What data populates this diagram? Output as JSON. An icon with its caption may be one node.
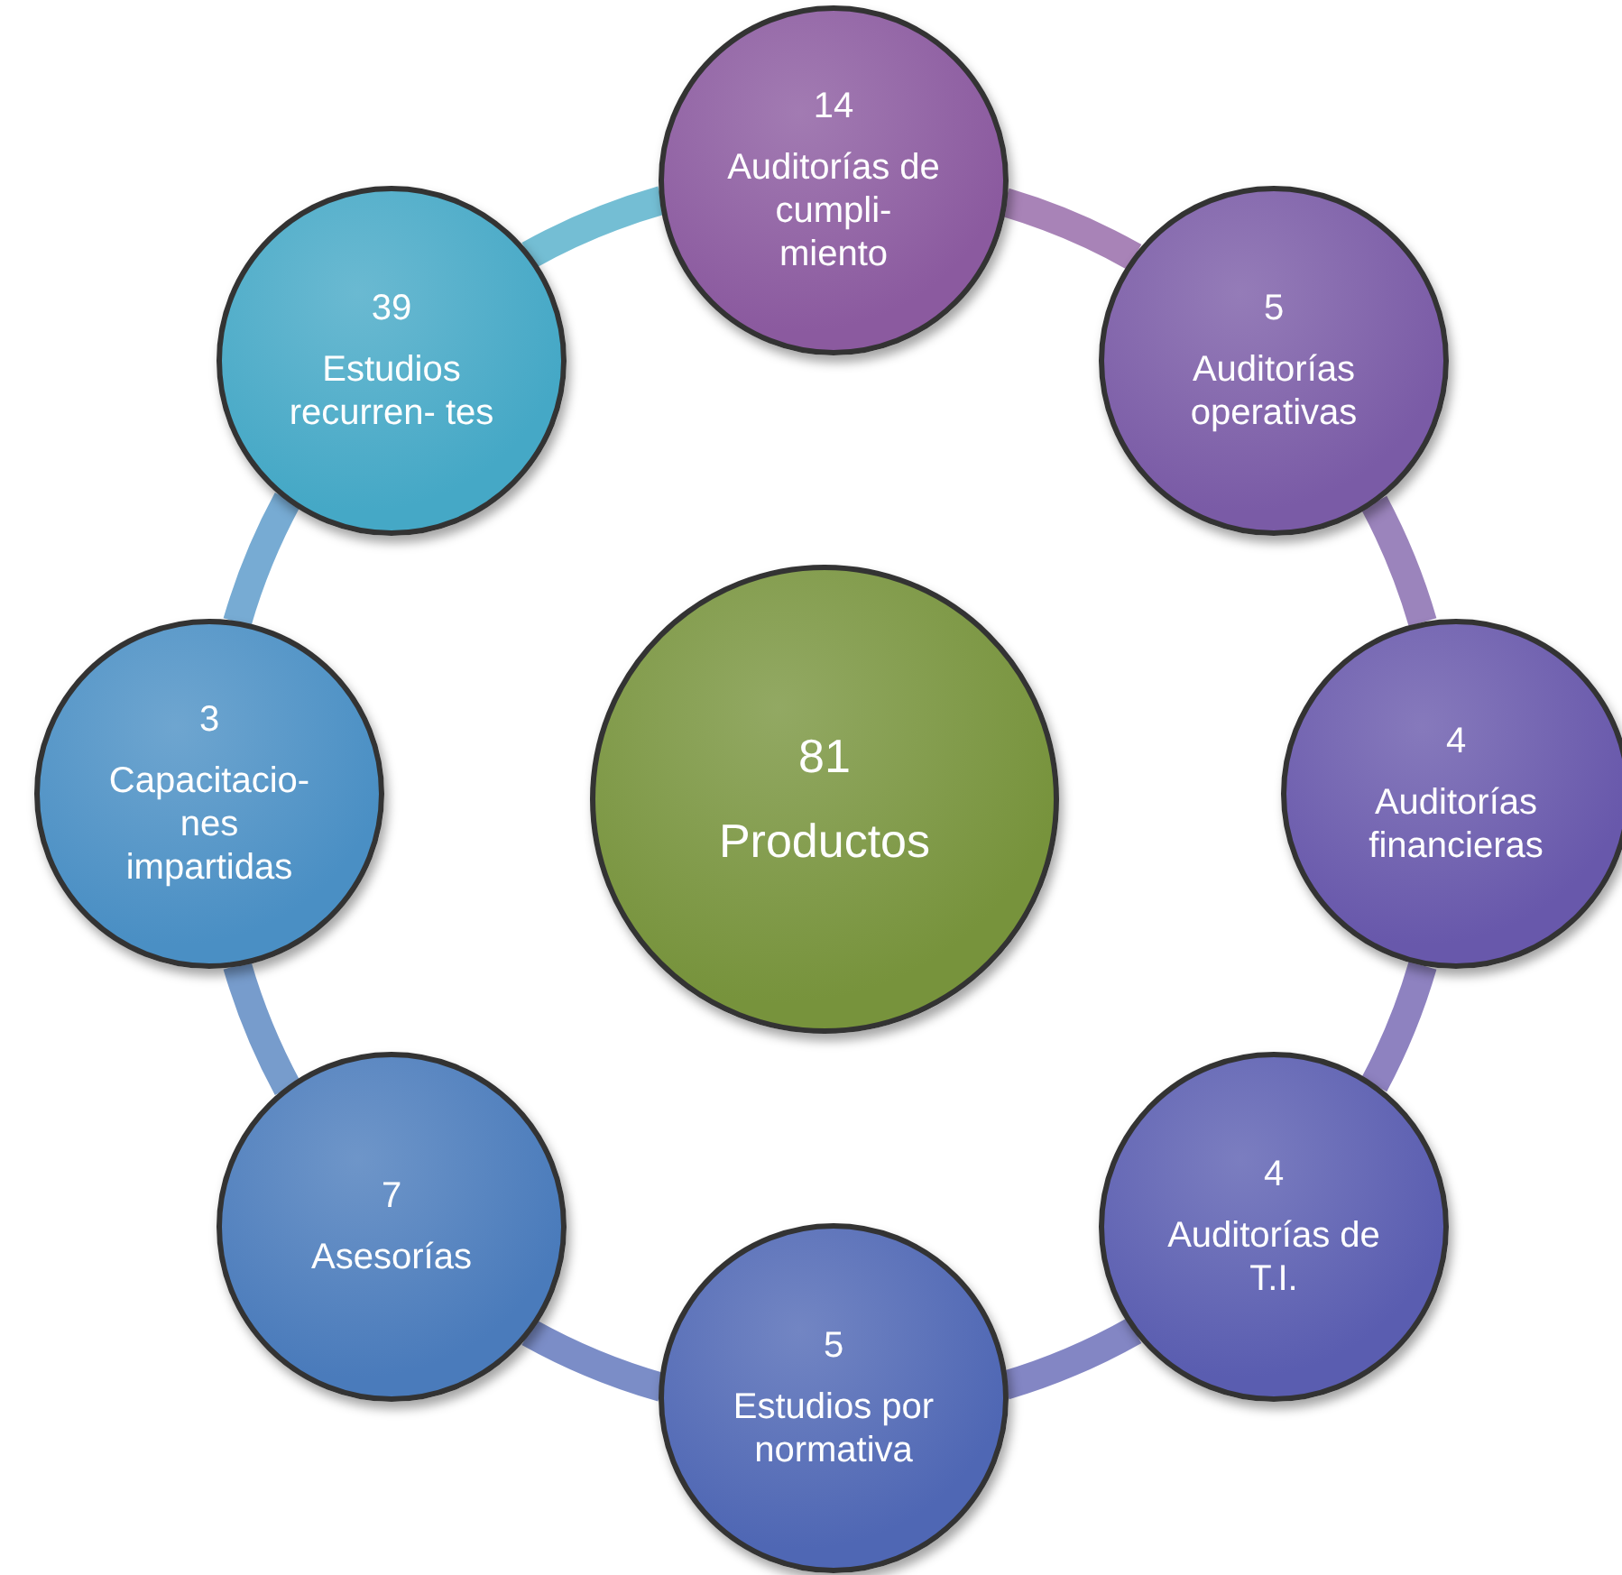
{
  "diagram": {
    "nodes": [
      {
        "text": [
          "81",
          "Productos"
        ]
      },
      {
        "text": [
          "14",
          "Auditorías de cumpli- miento"
        ]
      },
      {
        "text": [
          "5",
          "Auditorías operativas"
        ]
      },
      {
        "text": [
          "4",
          "Auditorías financieras"
        ]
      },
      {
        "text": [
          "4",
          "Auditorías de T.I."
        ]
      },
      {
        "text": [
          "5",
          "Estudios por normativa"
        ]
      },
      {
        "text": [
          "7",
          "Asesorías"
        ]
      },
      {
        "text": [
          "3",
          "Capacitacio- nes impartidas"
        ]
      },
      {
        "text": [
          "39",
          "Estudios recurren- tes"
        ]
      }
    ],
    "edges": [
      {
        "from": 1,
        "to": 2,
        "arrow": "none"
      },
      {
        "from": 2,
        "to": 3,
        "arrow": "none"
      },
      {
        "from": 3,
        "to": 4,
        "arrow": "none"
      },
      {
        "from": 4,
        "to": 5,
        "arrow": "none"
      },
      {
        "from": 5,
        "to": 6,
        "arrow": "none"
      },
      {
        "from": 6,
        "to": 7,
        "arrow": "none"
      },
      {
        "from": 7,
        "to": 8,
        "arrow": "none"
      },
      {
        "from": 8,
        "to": 1,
        "arrow": "none"
      }
    ]
  }
}
